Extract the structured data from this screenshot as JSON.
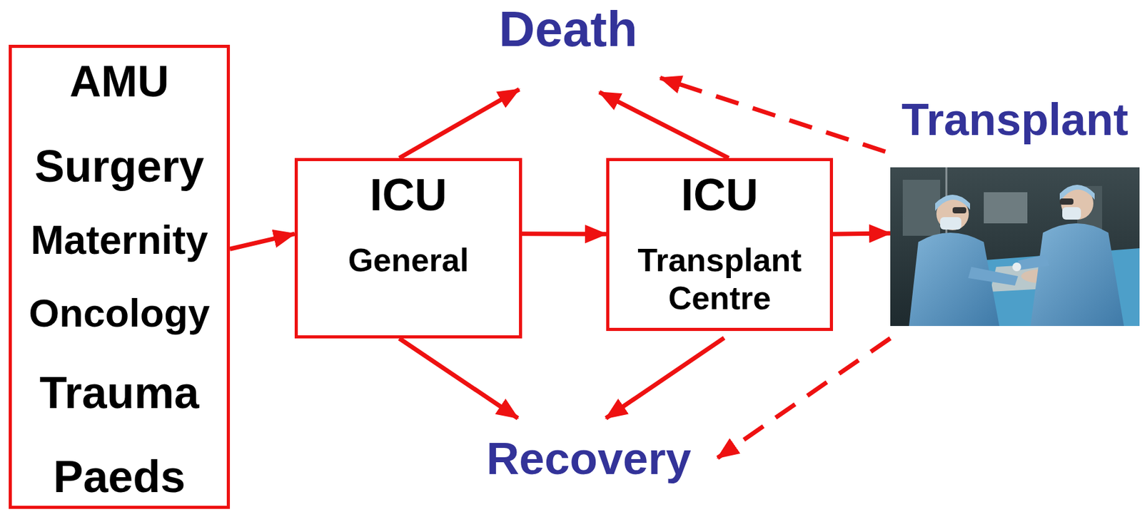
{
  "diagram": {
    "nodes": [
      {
        "text": [
          "AMU",
          "Surgery",
          "Maternity",
          "Oncology",
          "Trauma",
          "Paeds"
        ]
      },
      {
        "text": [
          "ICU",
          "General"
        ]
      },
      {
        "text": [
          "ICU",
          "Transplant Centre"
        ]
      },
      {
        "text": [
          "Death"
        ]
      },
      {
        "text": [
          "Transplant"
        ]
      },
      {
        "text": [
          "Recovery"
        ]
      }
    ],
    "edges": [
      {
        "from": 0,
        "to": 1,
        "arrow": "to"
      },
      {
        "from": 1,
        "to": 2,
        "arrow": "to"
      },
      {
        "from": 2,
        "to": 4,
        "arrow": "to"
      },
      {
        "from": 1,
        "to": 3,
        "arrow": "to"
      },
      {
        "from": 2,
        "to": 3,
        "arrow": "to"
      },
      {
        "from": 1,
        "to": 5,
        "arrow": "to"
      },
      {
        "from": 2,
        "to": 5,
        "arrow": "to"
      },
      {
        "from": 4,
        "to": 3,
        "arrow": "to"
      },
      {
        "from": 4,
        "to": 5,
        "arrow": "to"
      }
    ]
  }
}
